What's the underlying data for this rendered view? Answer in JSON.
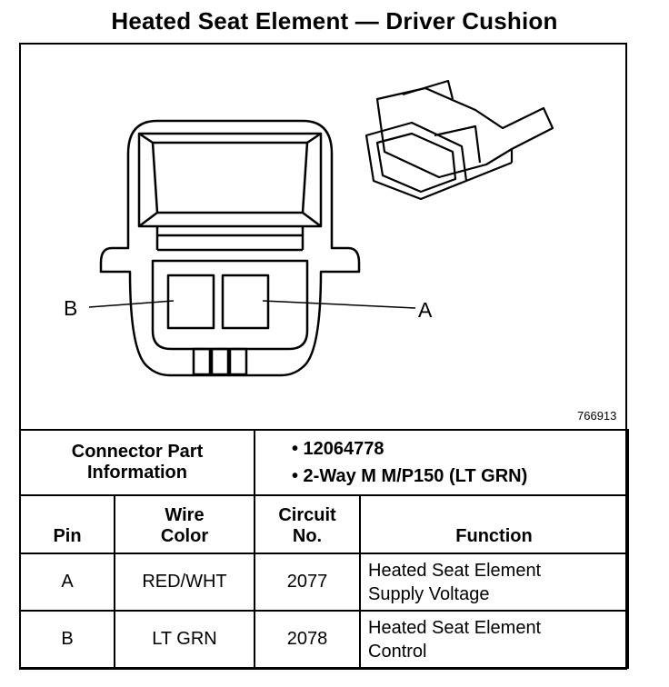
{
  "title": "Heated Seat Element — Driver Cushion",
  "figure": {
    "pin_labels": {
      "left": "B",
      "right": "A"
    },
    "figure_number": "766913"
  },
  "connector_info": {
    "label_line1": "Connector Part",
    "label_line2": "Information",
    "items": [
      "•  12064778",
      "•  2-Way M M/P150 (LT GRN)"
    ]
  },
  "table": {
    "headers": {
      "pin": "Pin",
      "wire_color_1": "Wire",
      "wire_color_2": "Color",
      "circuit_1": "Circuit",
      "circuit_2": "No.",
      "function": "Function"
    },
    "rows": [
      {
        "pin": "A",
        "wire_color": "RED/WHT",
        "circuit": "2077",
        "function_1": "Heated Seat Element",
        "function_2": "Supply Voltage"
      },
      {
        "pin": "B",
        "wire_color": "LT GRN",
        "circuit": "2078",
        "function_1": "Heated Seat Element",
        "function_2": "Control"
      }
    ]
  }
}
